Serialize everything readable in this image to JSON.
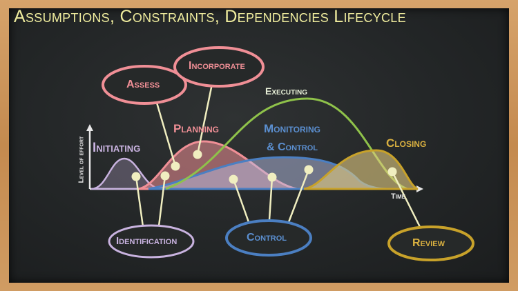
{
  "title": "Assumptions, Constraints, Dependencies Lifecycle",
  "axes": {
    "y_label": "Level of effort",
    "x_label": "Time"
  },
  "phases": {
    "initiating": "Initiating",
    "planning": "Planning",
    "executing": "Executing",
    "monitoring_line1": "Monitoring",
    "monitoring_line2": "& Control",
    "closing": "Closing"
  },
  "activities": {
    "assess": "Assess",
    "incorporate": "Incorporate",
    "identification": "Identification",
    "control": "Control",
    "review": "Review"
  },
  "colors": {
    "title": "#f0ed9e",
    "initiating": "#c9b3e0",
    "planning": "#f08f96",
    "executing": "#8fc24a",
    "monitoring": "#4b7fc2",
    "closing": "#c8a22a",
    "chalk_dot": "#f0eec0"
  }
}
